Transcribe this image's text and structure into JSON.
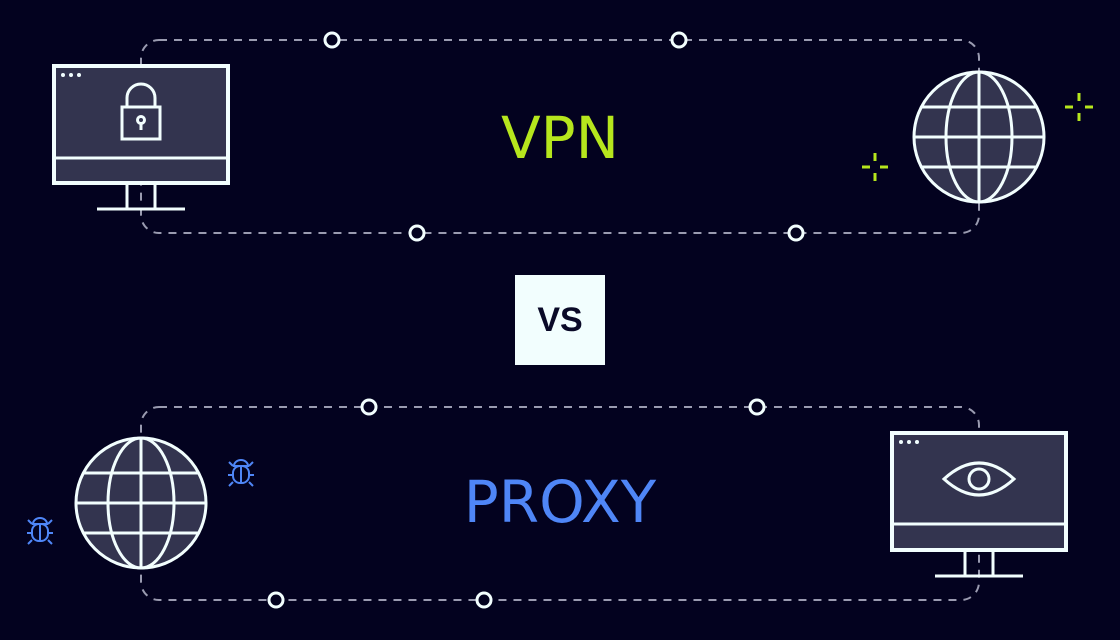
{
  "top_panel": {
    "title": "VPN",
    "title_color": "#b6e61d",
    "left_icon": "monitor-with-lock-icon",
    "right_icon": "globe-icon",
    "decorations": [
      "sparkle-icon",
      "sparkle-icon"
    ],
    "decoration_color": "#b6e61d"
  },
  "separator": {
    "label": "VS",
    "background": "#f2fefe",
    "text_color": "#0a0a28"
  },
  "bottom_panel": {
    "title": "PROXY",
    "title_color": "#4f86f7",
    "left_icon": "globe-icon",
    "right_icon": "monitor-with-eye-icon",
    "decorations": [
      "bug-icon",
      "bug-icon"
    ],
    "decoration_color": "#4f86f7"
  },
  "colors": {
    "background": "#03021f",
    "icon_fill": "#33344f",
    "icon_stroke": "#f2fefe",
    "dash": "#9a9bb0"
  }
}
